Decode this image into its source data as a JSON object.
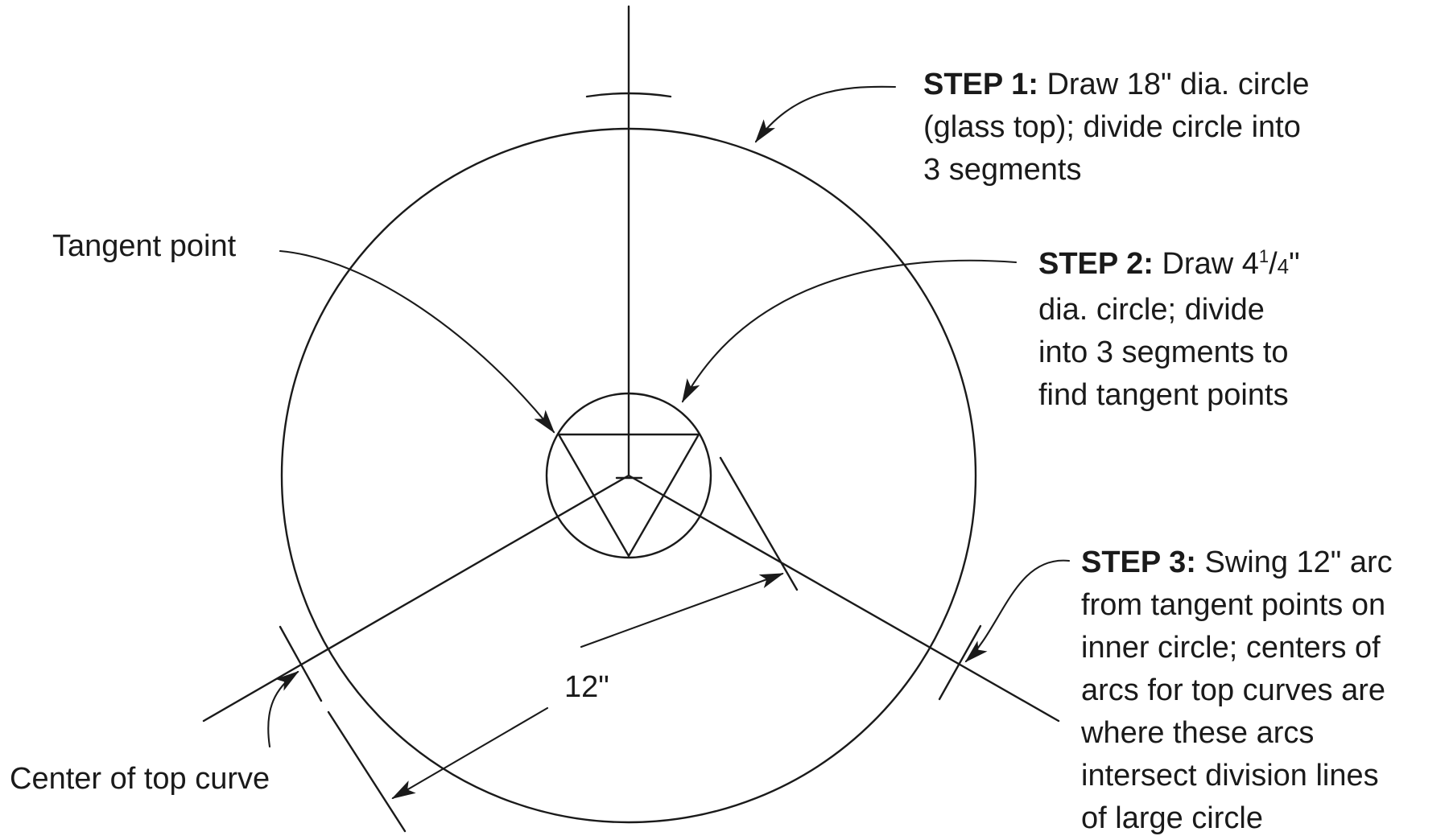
{
  "labels": {
    "step1": {
      "heading": "STEP 1:",
      "lines": [
        "Draw 18\" dia. circle",
        "(glass top); divide circle into",
        "3 segments"
      ]
    },
    "step2": {
      "heading": "STEP 2:",
      "first_line_prefix": "Draw 4",
      "fraction_num": "1",
      "fraction_slash": "/",
      "fraction_den": "4",
      "first_line_suffix": "\"",
      "lines": [
        "dia. circle;  divide",
        "into 3 segments to",
        "find tangent points"
      ]
    },
    "step3": {
      "heading": "STEP 3:",
      "first_line_rest": "Swing 12\" arc",
      "lines": [
        "from tangent points on",
        "inner circle; centers of",
        "arcs for top curves are",
        "where these arcs",
        "intersect division lines",
        "of large circle"
      ]
    },
    "tangent_point": "Tangent point",
    "center_of_top_curve": "Center of top curve",
    "dimension": "12\""
  }
}
